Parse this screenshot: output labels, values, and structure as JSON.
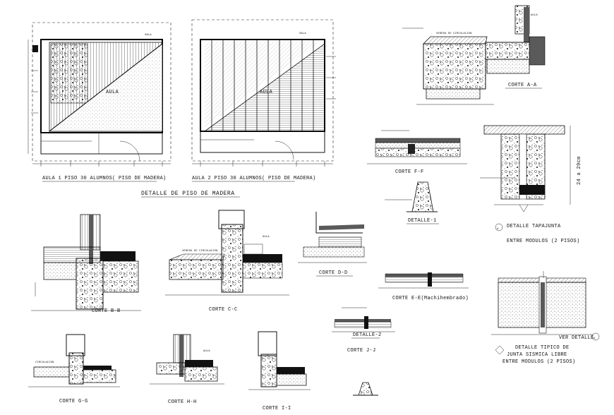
{
  "plans": {
    "plan1_title": "AULA 1 PISO 30 ALUMNOS( PISO DE MADERA)",
    "plan2_title": "AULA 2 PISO 30 ALUMNOS( PISO DE MADERA)",
    "main_title": "DETALLE DE PISO DE MADERA",
    "aula": "AULA",
    "sala": "SALA"
  },
  "sections": {
    "corte_aa": "CORTE A-A",
    "corte_bb": "CORTE B-B",
    "corte_cc": "CORTE C-C",
    "corte_dd": "CORTE D-D",
    "corte_ff": "CORTE F-F",
    "corte_ee": "CORTE E-E(Machihembrado)",
    "corte_jj": "CORTE J-J",
    "corte_gg": "CORTE G-G",
    "corte_hh": "CORTE H-H",
    "corte_ii": "CORTE I-I",
    "detalle_1": "DETALLE-1",
    "detalle_2": "DETALLE-2",
    "vereda": "VEREDA DE CIRCULACION",
    "circulacion": "CIRCULACION"
  },
  "details": {
    "tapajunta_title": "DETALLE TAPAJUNTA",
    "tapajunta_sub": "ENTRE MODULOS (2 PISOS)",
    "tapajunta_marker": "A",
    "junta_line1": "DETALLE TIPICO DE",
    "junta_line2": "JUNTA SISMICA LIBRE",
    "junta_line3": "ENTRE MODULOS (2 PISOS)",
    "ver_detalle": "VER DETALLE",
    "ver_marker": "A",
    "dim_24": "24 a 29cm"
  }
}
